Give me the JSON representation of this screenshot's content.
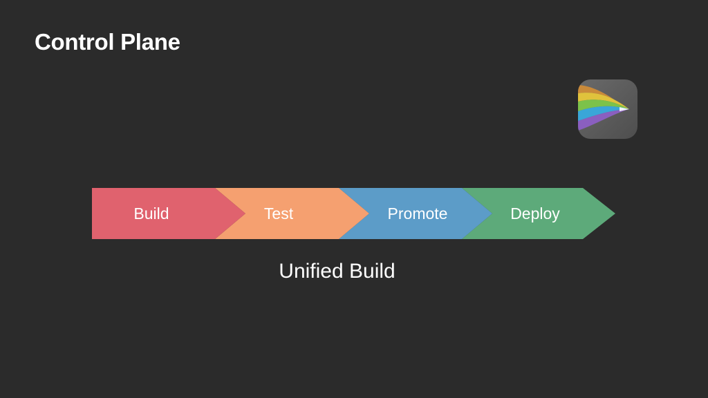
{
  "slide": {
    "title": "Control Plane",
    "caption": "Unified Build"
  },
  "logo": {
    "icon": "rainbow-funnel-arrow-icon",
    "background": "#5b5b5b",
    "band_colors": [
      "#c98a3a",
      "#e0c23c",
      "#7cc24a",
      "#3aa6d8",
      "#8a5fc0"
    ]
  },
  "pipeline": {
    "stages": [
      {
        "label": "Build",
        "color": "#e0626e"
      },
      {
        "label": "Test",
        "color": "#f5a070"
      },
      {
        "label": "Promote",
        "color": "#5c9cc8"
      },
      {
        "label": "Deploy",
        "color": "#5daa7a"
      }
    ]
  }
}
